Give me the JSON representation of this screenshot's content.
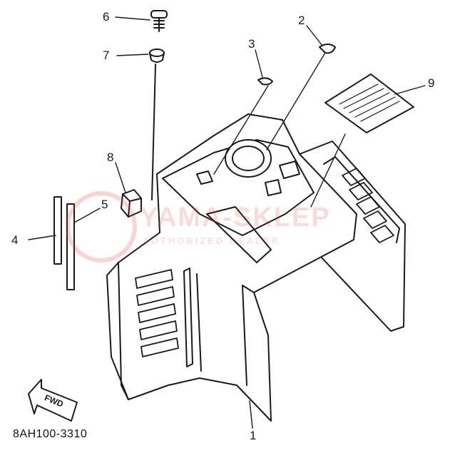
{
  "diagram": {
    "callouts": [
      "1",
      "2",
      "3",
      "4",
      "5",
      "6",
      "7",
      "8",
      "9"
    ],
    "part_code": "8AH100-3310",
    "fwd_label": "FWD",
    "watermark": {
      "brand": "YAMA-SKLEP",
      "tagline": "AUTHORIZED DEALER"
    }
  },
  "colors": {
    "line": "#1a1a1a",
    "watermark": "#e23a3a"
  }
}
